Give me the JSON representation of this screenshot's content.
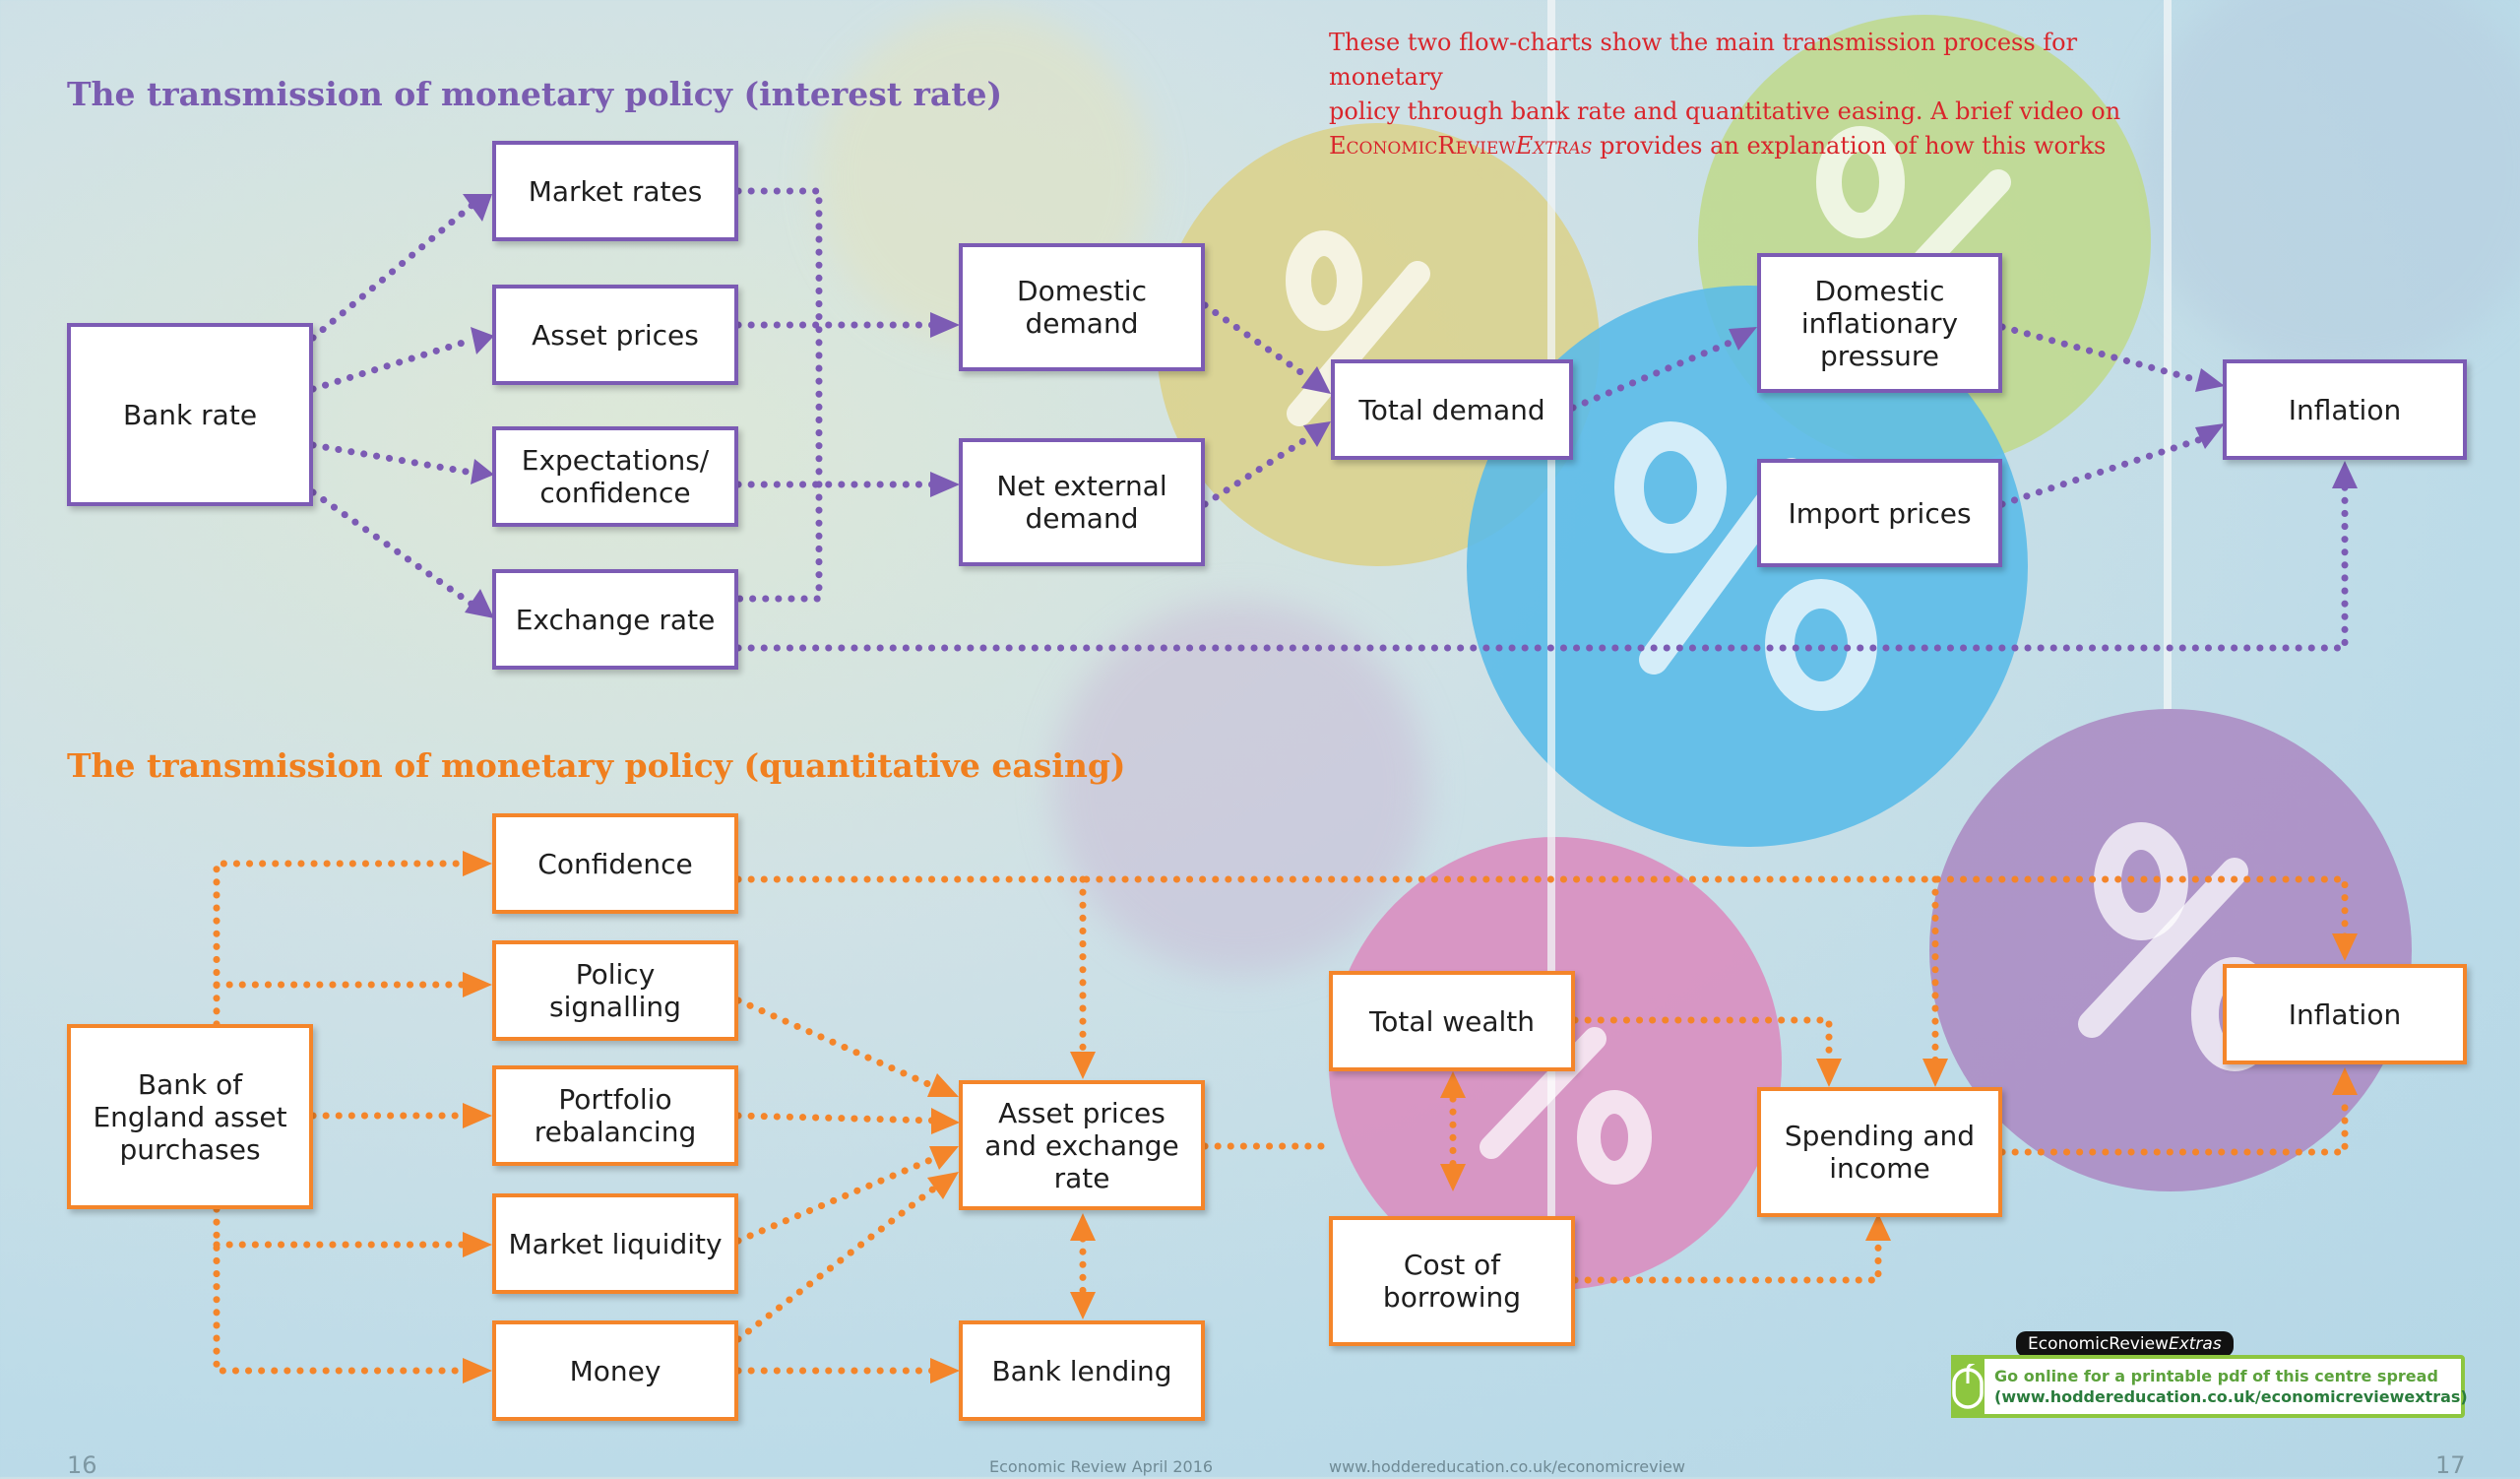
{
  "titles": {
    "interest": "The transmission of monetary policy (interest rate)",
    "qe": "The transmission of monetary policy (quantitative easing)"
  },
  "intro": {
    "line1": "These two flow-charts show the main transmission process for monetary",
    "line2": "policy through bank rate and quantitative easing. A brief video on",
    "brand_a": "EconomicReview",
    "brand_b": "Extras",
    "line3_rest": " provides an explanation of how this works"
  },
  "interest_chart": {
    "bank_rate": "Bank rate",
    "market_rates": "Market rates",
    "asset_prices": "Asset prices",
    "expectations_confidence": "Expectations/ confidence",
    "exchange_rate": "Exchange rate",
    "domestic_demand": "Domestic demand",
    "net_external_demand": "Net external demand",
    "total_demand": "Total demand",
    "domestic_inflationary_pressure": "Domestic inflationary pressure",
    "import_prices": "Import prices",
    "inflation": "Inflation"
  },
  "qe_chart": {
    "boe_asset_purchases": "Bank of England asset purchases",
    "confidence": "Confidence",
    "policy_signalling": "Policy signalling",
    "portfolio_rebalancing": "Portfolio rebalancing",
    "market_liquidity": "Market liquidity",
    "money": "Money",
    "asset_prices_exchange_rate": "Asset prices and exchange rate",
    "bank_lending": "Bank lending",
    "total_wealth": "Total wealth",
    "cost_of_borrowing": "Cost of borrowing",
    "spending_and_income": "Spending and income",
    "inflation": "Inflation"
  },
  "footer": {
    "left_page": "16",
    "right_page": "17",
    "issue": "Economic Review  April 2016",
    "url": "www.hoddereducation.co.uk/economicreview"
  },
  "badge": {
    "tag_a": "EconomicReview",
    "tag_b": "Extras",
    "line1": "Go online for a printable pdf of this centre spread",
    "line2": "(www.hoddereducation.co.uk/economicreviewextras)"
  },
  "colors": {
    "purple": "#7c5bb4",
    "orange": "#f4852a",
    "intro_red": "#d9262c"
  }
}
